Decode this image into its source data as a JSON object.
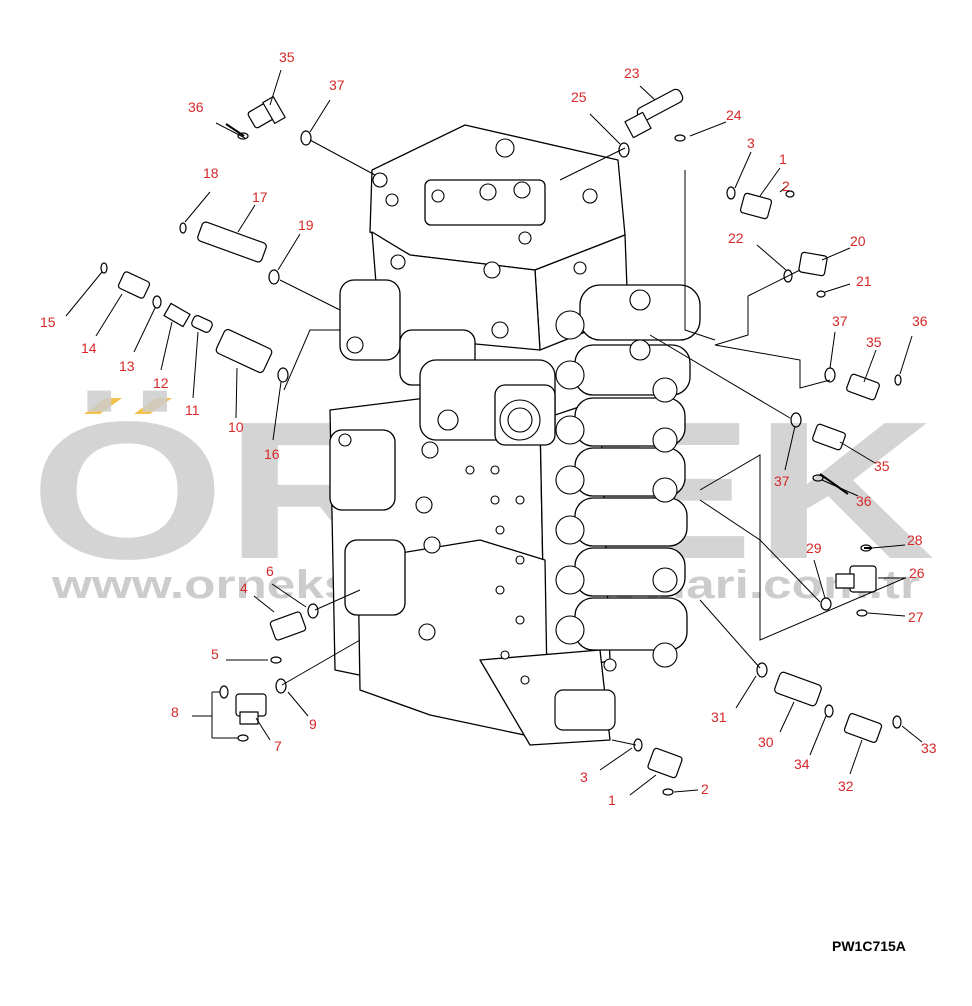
{
  "diagram": {
    "drawing_code": "PW1C715A",
    "watermark": {
      "text": "ÖRNEK",
      "url": "www.orneksunumkataloglari.com.tr"
    },
    "colors": {
      "label": "#d62828",
      "line": "#000000",
      "watermark": "#c8c8c8",
      "watermark_accent": "#f2c14e"
    },
    "callouts": [
      {
        "id": "c35a",
        "text": "35"
      },
      {
        "id": "c36a",
        "text": "36"
      },
      {
        "id": "c37a",
        "text": "37"
      },
      {
        "id": "c25",
        "text": "25"
      },
      {
        "id": "c23",
        "text": "23"
      },
      {
        "id": "c24",
        "text": "24"
      },
      {
        "id": "c3a",
        "text": "3"
      },
      {
        "id": "c1a",
        "text": "1"
      },
      {
        "id": "c2a",
        "text": "2"
      },
      {
        "id": "c18",
        "text": "18"
      },
      {
        "id": "c17",
        "text": "17"
      },
      {
        "id": "c19",
        "text": "19"
      },
      {
        "id": "c22",
        "text": "22"
      },
      {
        "id": "c20",
        "text": "20"
      },
      {
        "id": "c21",
        "text": "21"
      },
      {
        "id": "c15",
        "text": "15"
      },
      {
        "id": "c14",
        "text": "14"
      },
      {
        "id": "c13",
        "text": "13"
      },
      {
        "id": "c12",
        "text": "12"
      },
      {
        "id": "c11",
        "text": "11"
      },
      {
        "id": "c10",
        "text": "10"
      },
      {
        "id": "c16",
        "text": "16"
      },
      {
        "id": "c37b",
        "text": "37"
      },
      {
        "id": "c35b",
        "text": "35"
      },
      {
        "id": "c36b",
        "text": "36"
      },
      {
        "id": "c37c",
        "text": "37"
      },
      {
        "id": "c35c",
        "text": "35"
      },
      {
        "id": "c36c",
        "text": "36"
      },
      {
        "id": "c28",
        "text": "28"
      },
      {
        "id": "c29",
        "text": "29"
      },
      {
        "id": "c26",
        "text": "26"
      },
      {
        "id": "c27",
        "text": "27"
      },
      {
        "id": "c6",
        "text": "6"
      },
      {
        "id": "c4",
        "text": "4"
      },
      {
        "id": "c5",
        "text": "5"
      },
      {
        "id": "c8",
        "text": "8"
      },
      {
        "id": "c7",
        "text": "7"
      },
      {
        "id": "c9",
        "text": "9"
      },
      {
        "id": "c31",
        "text": "31"
      },
      {
        "id": "c30",
        "text": "30"
      },
      {
        "id": "c34",
        "text": "34"
      },
      {
        "id": "c33",
        "text": "33"
      },
      {
        "id": "c32",
        "text": "32"
      },
      {
        "id": "c3b",
        "text": "3"
      },
      {
        "id": "c1b",
        "text": "1"
      },
      {
        "id": "c2b",
        "text": "2"
      }
    ]
  }
}
